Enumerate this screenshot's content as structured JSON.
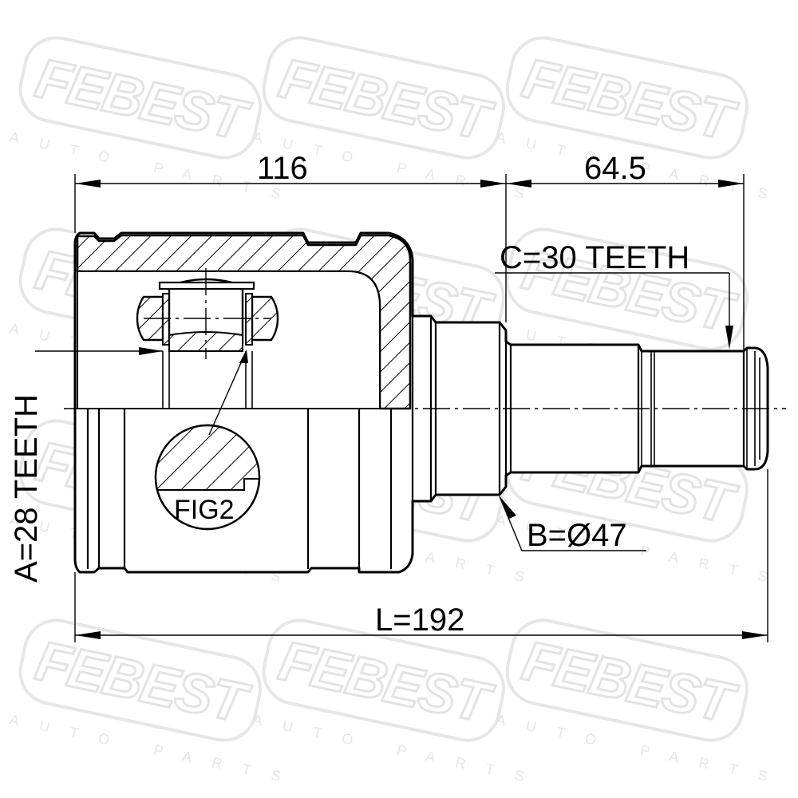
{
  "watermark": {
    "brand": "FEBEST",
    "sub": "AUTO PARTS"
  },
  "dimensions": {
    "d116": "116",
    "d64": "64.5",
    "teeth_c": "C=30 TEETH",
    "teeth_a": "A=28 TEETH",
    "dia_b": "B=Ø47",
    "length": "L=192"
  },
  "figure": {
    "label": "FIG2"
  }
}
